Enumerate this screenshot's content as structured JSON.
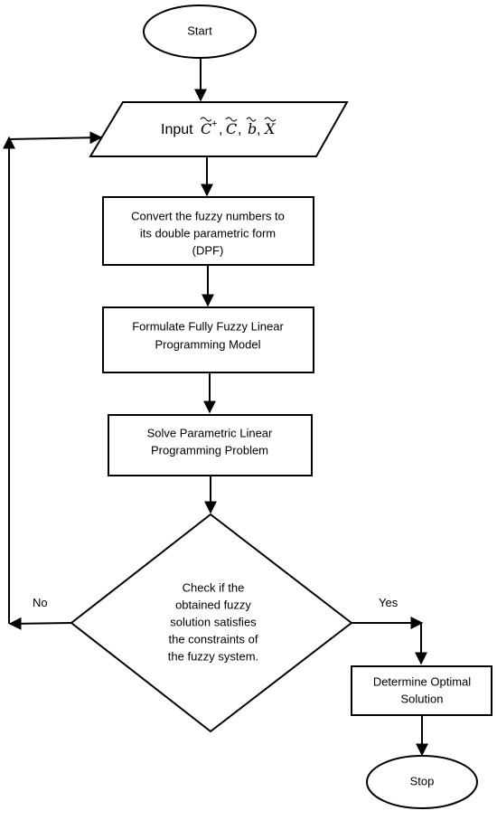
{
  "start_label": "Start",
  "input_label": "Input",
  "input_vars": {
    "c_plus": "C",
    "c_plus_sup": "+",
    "c": "C",
    "b": "b",
    "x": "X",
    "sep": ","
  },
  "convert_lines": [
    "Convert the fuzzy numbers to",
    "its double parametric form",
    "(DPF)"
  ],
  "formulate_lines": [
    "Formulate Fully Fuzzy Linear",
    "Programming Model"
  ],
  "solve_lines": [
    "Solve Parametric Linear",
    "Programming Problem"
  ],
  "check_lines": [
    "Check if the",
    "obtained fuzzy",
    "solution satisfies",
    "the constraints of",
    "the fuzzy system."
  ],
  "no_label": "No",
  "yes_label": "Yes",
  "optimal_lines": [
    "Determine Optimal",
    "Solution"
  ],
  "stop_label": "Stop"
}
